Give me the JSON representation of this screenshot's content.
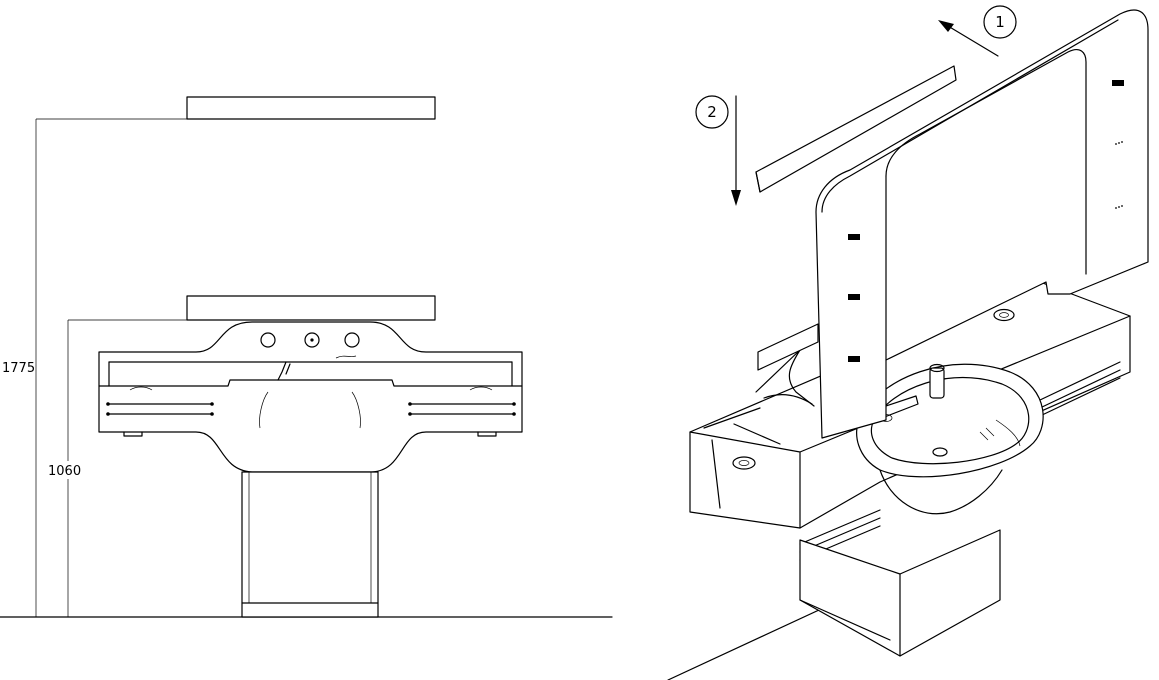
{
  "dimensions": {
    "overall_height": "1775",
    "counter_height": "1060"
  },
  "callouts": {
    "step_1": "1",
    "step_2": "2"
  }
}
